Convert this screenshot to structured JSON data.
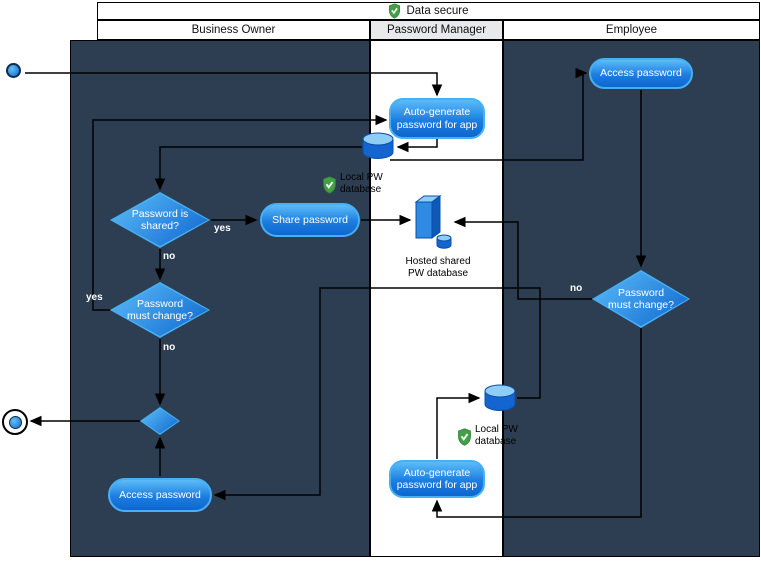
{
  "title": {
    "label": "Data secure"
  },
  "lanes": {
    "owner": "Business Owner",
    "manager": "Password Manager",
    "employee": "Employee"
  },
  "nodes": {
    "auto_generate_top": "Auto-generate password for app",
    "access_password_employee": "Access password",
    "share_password": "Share password",
    "password_is_shared": "Password is shared?",
    "password_must_change_owner": "Password must change?",
    "password_must_change_employee": "Password must change?",
    "access_password_owner": "Access password",
    "auto_generate_bottom": "Auto-generate password for app"
  },
  "labels": {
    "local_pw_db_top": "Local PW database",
    "local_pw_db_bottom": "Local PW database",
    "hosted_shared_db": "Hosted shared PW database"
  },
  "edge_labels": {
    "shared_yes": "yes",
    "shared_no": "no",
    "owner_change_yes": "yes",
    "owner_change_no": "no",
    "employee_change_no": "no"
  },
  "colors": {
    "lane_dark": "#2d3e53",
    "header_gray": "#e8e9ea",
    "node_blue": "#0e66cf",
    "node_blue_light": "#5cbcf8",
    "node_border": "#45b1f3",
    "shield_green": "#43a047",
    "connector": "#000000"
  }
}
